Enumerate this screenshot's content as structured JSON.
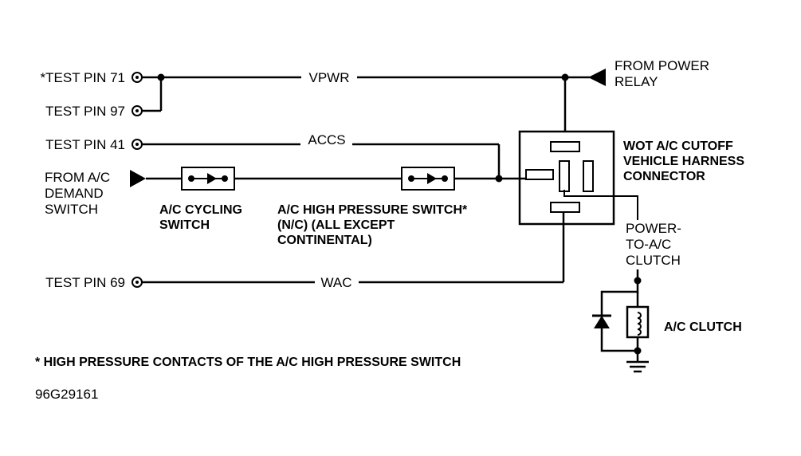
{
  "test_pins": {
    "pin71": "*TEST PIN 71",
    "pin97": "TEST PIN 97",
    "pin41": "TEST PIN 41",
    "pin69": "TEST PIN 69"
  },
  "demand": [
    "FROM A/C",
    "DEMAND",
    "SWITCH"
  ],
  "wires": {
    "vpwr": "VPWR",
    "accs": "ACCS",
    "wac": "WAC"
  },
  "power_relay": [
    "FROM POWER",
    "RELAY"
  ],
  "connector": [
    "WOT A/C CUTOFF",
    "VEHICLE HARNESS",
    "CONNECTOR"
  ],
  "cycling_switch": [
    "A/C CYCLING",
    "SWITCH"
  ],
  "high_pressure_switch": [
    "A/C HIGH PRESSURE SWITCH*",
    "(N/C) (ALL EXCEPT",
    "CONTINENTAL)"
  ],
  "power_to_clutch": [
    "POWER-",
    "TO-A/C",
    "CLUTCH"
  ],
  "clutch": "A/C CLUTCH",
  "footnote": "* HIGH PRESSURE CONTACTS OF THE A/C HIGH PRESSURE SWITCH",
  "figure_id": "96G29161"
}
